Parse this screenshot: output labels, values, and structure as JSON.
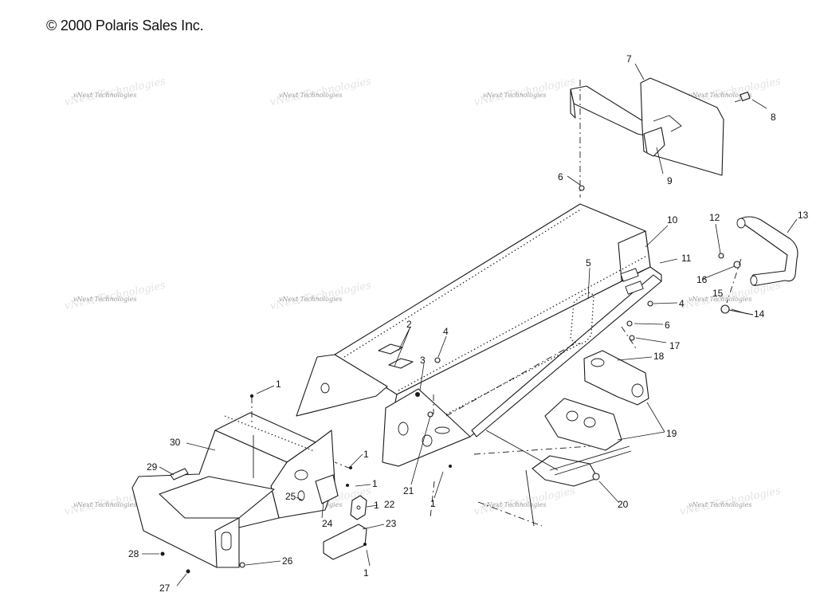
{
  "copyright": "© 2000 Polaris Sales Inc.",
  "watermark": "vNext Technologies",
  "watermark_count": 12,
  "callouts": [
    {
      "text": "1"
    },
    {
      "text": "1"
    },
    {
      "text": "1"
    },
    {
      "text": "1"
    },
    {
      "text": "1"
    },
    {
      "text": "1"
    },
    {
      "text": "2"
    },
    {
      "text": "3"
    },
    {
      "text": "4"
    },
    {
      "text": "4"
    },
    {
      "text": "5"
    },
    {
      "text": "6"
    },
    {
      "text": "6"
    },
    {
      "text": "7"
    },
    {
      "text": "8"
    },
    {
      "text": "9"
    },
    {
      "text": "10"
    },
    {
      "text": "11"
    },
    {
      "text": "12"
    },
    {
      "text": "13"
    },
    {
      "text": "14"
    },
    {
      "text": "15"
    },
    {
      "text": "16"
    },
    {
      "text": "17"
    },
    {
      "text": "18"
    },
    {
      "text": "19"
    },
    {
      "text": "20"
    },
    {
      "text": "21"
    },
    {
      "text": "22"
    },
    {
      "text": "23"
    },
    {
      "text": "24"
    },
    {
      "text": "25"
    },
    {
      "text": "26"
    },
    {
      "text": "27"
    },
    {
      "text": "28"
    },
    {
      "text": "29"
    },
    {
      "text": "30"
    }
  ]
}
